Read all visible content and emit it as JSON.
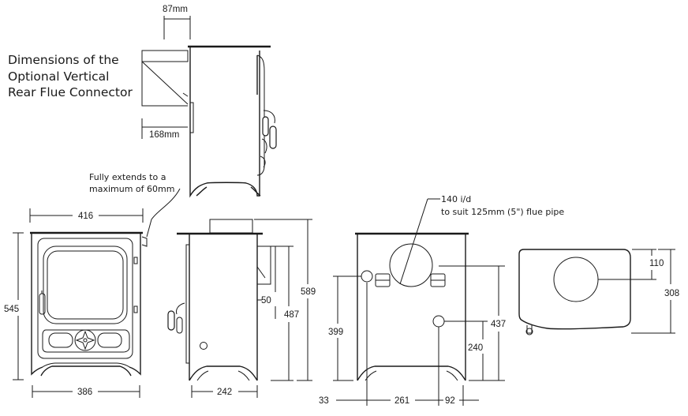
{
  "caption": {
    "lines": [
      "Dimensions of the",
      "Optional Vertical",
      "Rear Flue Connector"
    ]
  },
  "notes": {
    "fully_extends_line1": "Fully extends to a",
    "fully_extends_line2": "maximum of 60mm",
    "flue_line1": "140 i/d",
    "flue_line2": "to suit 125mm (5\") flue pipe"
  },
  "dimensions": {
    "connector_87": "87mm",
    "connector_168": "168mm",
    "front_width_top": "416",
    "front_width_bottom": "386",
    "front_height": "545",
    "side_depth_bottom": "242",
    "side_50": "50",
    "side_487": "487",
    "side_589": "589",
    "rear_399": "399",
    "rear_437": "437",
    "rear_240": "240",
    "rear_33": "33",
    "rear_261": "261",
    "rear_92": "92",
    "top_110": "110",
    "top_308": "308"
  }
}
